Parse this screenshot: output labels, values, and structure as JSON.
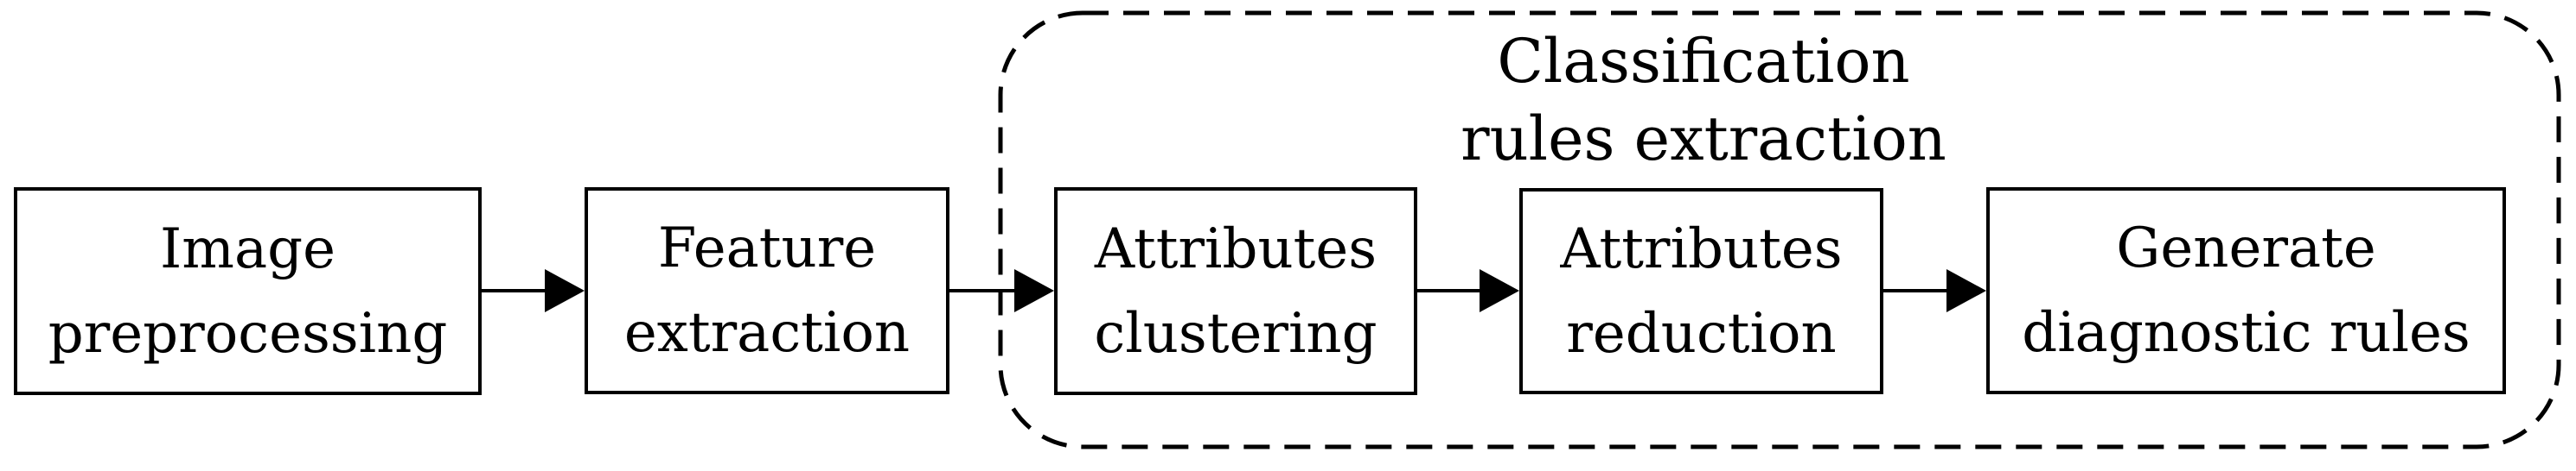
{
  "colors": {
    "foreground": "#000000",
    "background": "#ffffff"
  },
  "group": {
    "title_text": "Classification rules extraction",
    "title_lines": [
      "Classification",
      "rules extraction"
    ],
    "members": [
      "attributes-clustering",
      "attributes-reduction",
      "generate-diagnostic-rules"
    ],
    "border_style": "dashed-rounded"
  },
  "nodes": [
    {
      "id": "image-preprocessing",
      "label": "Image preprocessing",
      "lines": [
        "Image",
        "preprocessing"
      ]
    },
    {
      "id": "feature-extraction",
      "label": "Feature extraction",
      "lines": [
        "Feature",
        "extraction"
      ]
    },
    {
      "id": "attributes-clustering",
      "label": "Attributes clustering",
      "lines": [
        "Attributes",
        "clustering"
      ]
    },
    {
      "id": "attributes-reduction",
      "label": "Attributes reduction",
      "lines": [
        "Attributes",
        "reduction"
      ]
    },
    {
      "id": "generate-diagnostic-rules",
      "label": "Generate diagnostic rules",
      "lines": [
        "Generate",
        "diagnostic rules"
      ]
    }
  ],
  "edges": [
    {
      "from": "image-preprocessing",
      "to": "feature-extraction"
    },
    {
      "from": "feature-extraction",
      "to": "attributes-clustering"
    },
    {
      "from": "attributes-clustering",
      "to": "attributes-reduction"
    },
    {
      "from": "attributes-reduction",
      "to": "generate-diagnostic-rules"
    }
  ]
}
